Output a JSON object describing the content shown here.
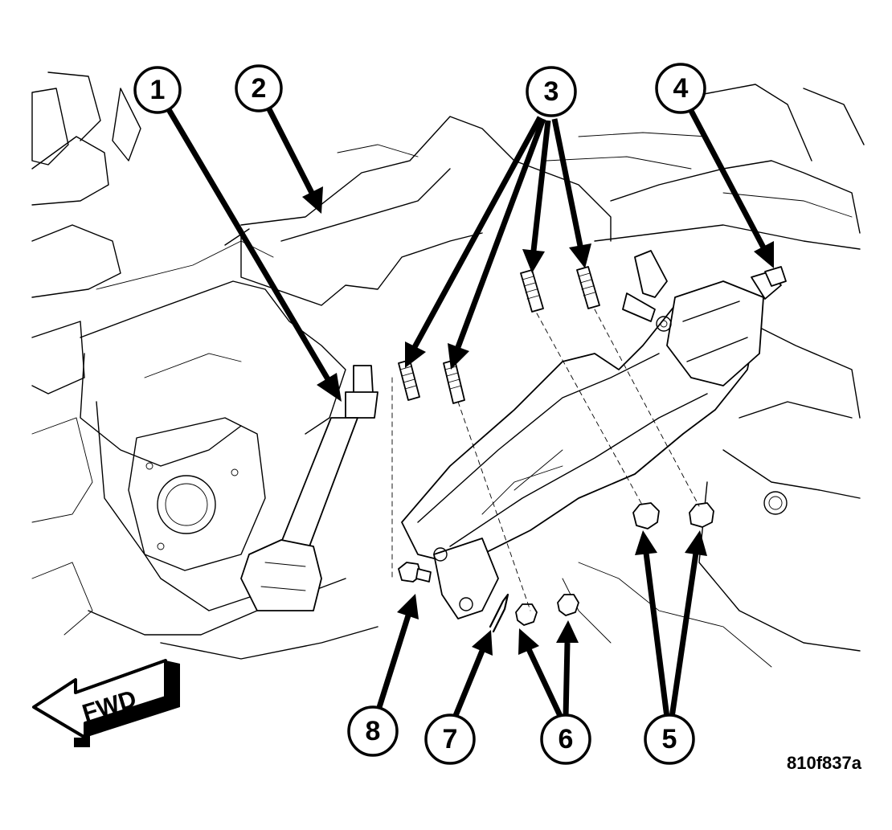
{
  "diagram": {
    "callouts": [
      {
        "id": "1",
        "label": "1"
      },
      {
        "id": "2",
        "label": "2"
      },
      {
        "id": "3",
        "label": "3"
      },
      {
        "id": "4",
        "label": "4"
      },
      {
        "id": "5",
        "label": "5"
      },
      {
        "id": "6",
        "label": "6"
      },
      {
        "id": "7",
        "label": "7"
      },
      {
        "id": "8",
        "label": "8"
      }
    ],
    "direction_label": "FWD",
    "figure_id": "810f837a"
  }
}
